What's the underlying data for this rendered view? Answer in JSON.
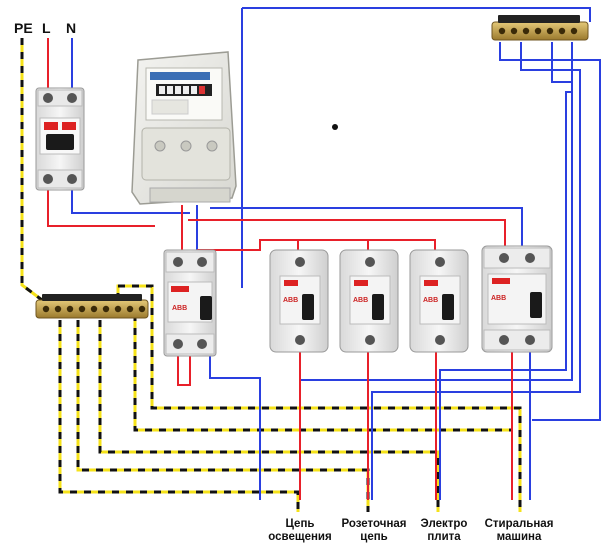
{
  "supply_labels": {
    "pe": "PE",
    "l": "L",
    "n": "N"
  },
  "circuits": {
    "lighting": [
      "Цепь",
      "освещения"
    ],
    "sockets": [
      "Розеточная",
      "цепь"
    ],
    "stove": [
      "Электро",
      "плита"
    ],
    "washer": [
      "Стиральная",
      "машина"
    ]
  },
  "colors": {
    "phase": "#e8202a",
    "neutral": "#2a3fe0",
    "pe_yellow": "#f5e21a",
    "pe_black": "#111111",
    "busbar": "#c8a64a"
  },
  "device_marks": {
    "brand": "ABB"
  },
  "icons": [
    "terminal-busbar-icon",
    "circuit-breaker-icon",
    "rcd-icon",
    "energy-meter-icon"
  ]
}
